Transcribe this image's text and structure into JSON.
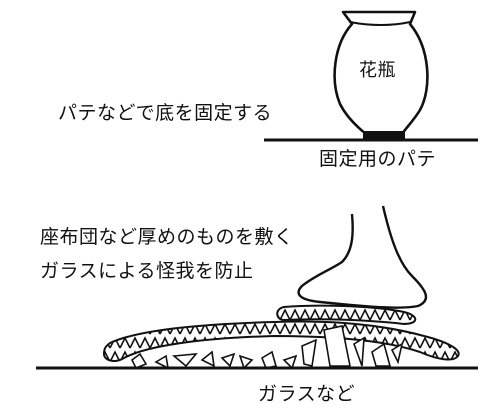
{
  "top_section": {
    "vase_label": "花瓶",
    "caption": "パテなどで底を固定する",
    "putty_label": "固定用のパテ"
  },
  "bottom_section": {
    "caption_line1": "座布団など厚めのものを敷く",
    "caption_line2": "ガラスによる怪我を防止",
    "glass_label": "ガラスなど"
  },
  "colors": {
    "ink": "#111111",
    "background": "#ffffff"
  }
}
